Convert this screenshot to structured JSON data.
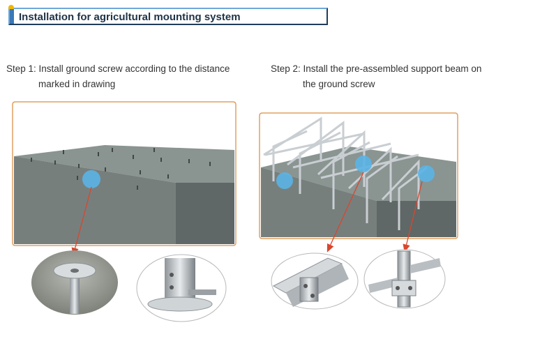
{
  "title": "Installation for agricultural mounting system",
  "steps": [
    {
      "line1": "Step 1: Install ground screw according to the distance",
      "line2": "marked in drawing"
    },
    {
      "line1": "Step 2: Install the pre-assembled support  beam on",
      "line2": "the ground screw"
    }
  ],
  "colors": {
    "frame_border": "#e0a060",
    "arrow": "#d9462e",
    "highlight": "#5ab4e6",
    "ground_top": "#8a9491",
    "ground_side": "#5f6866"
  }
}
